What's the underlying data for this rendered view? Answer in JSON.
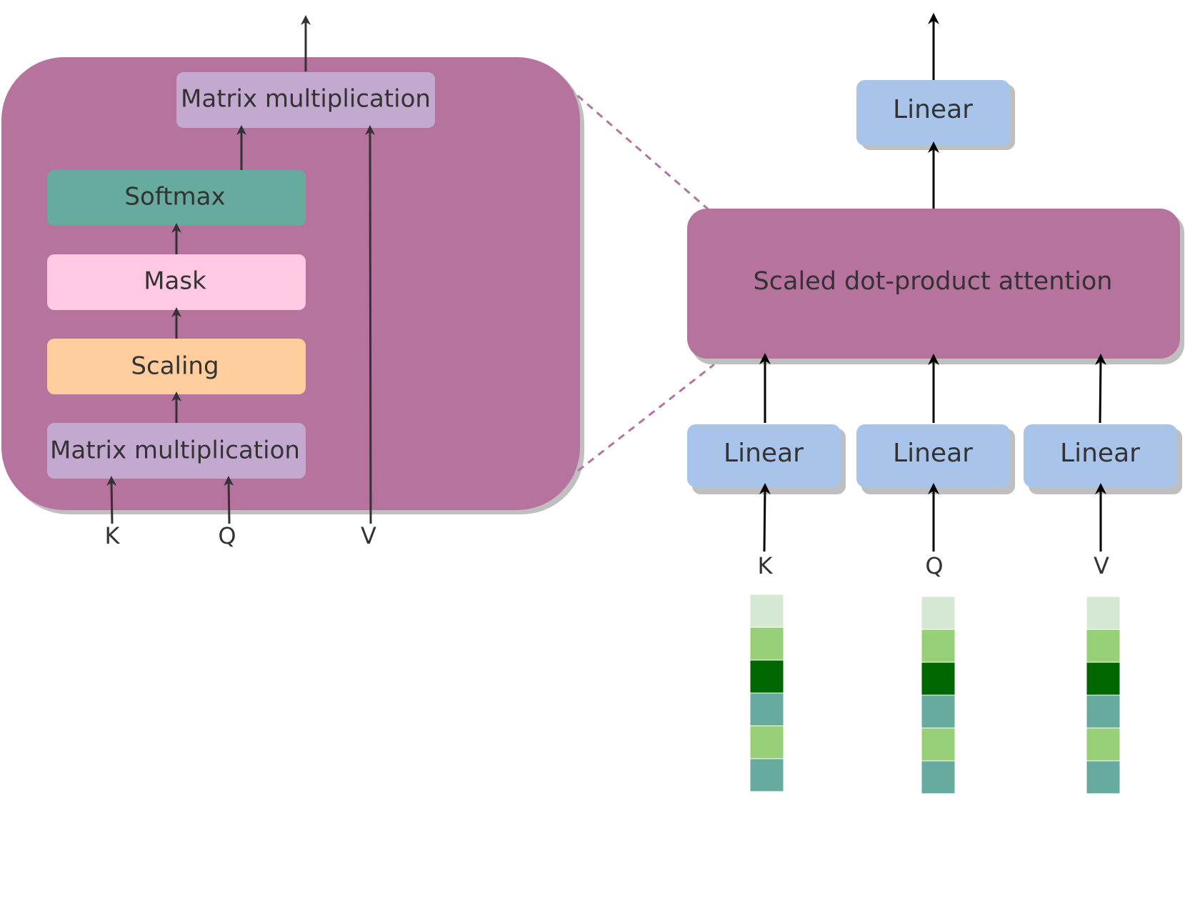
{
  "colors": {
    "attention_block": "#b5739d",
    "matmul": "#c3a9d0",
    "softmax": "#67ab9f",
    "mask": "#ffc9e4",
    "scaling": "#ffcd9e",
    "linear": "#a9c4eb",
    "shadow": "#bfbfbf",
    "arrow": "#333333",
    "dashed_connector": "#b5739d"
  },
  "detail": {
    "matmul_top": "Matrix multiplication",
    "softmax": "Softmax",
    "mask": "Mask",
    "scaling": "Scaling",
    "matmul_bottom": "Matrix multiplication",
    "inputs": [
      "K",
      "Q",
      "V"
    ]
  },
  "overview": {
    "linear_output": "Linear",
    "attention": "Scaled dot-product attention",
    "linear_inputs": [
      "Linear",
      "Linear",
      "Linear"
    ],
    "inputs": [
      "K",
      "Q",
      "V"
    ]
  },
  "vectors": {
    "cell_colors": [
      "#d5e8d4",
      "#97d077",
      "#006600",
      "#67ab9f",
      "#97d077",
      "#67ab9f"
    ]
  }
}
